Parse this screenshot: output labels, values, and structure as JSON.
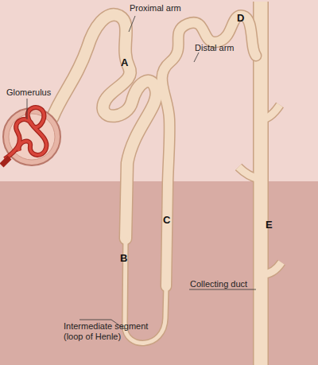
{
  "diagram": {
    "labels": [
      "Proximal arm",
      "Glomerulus",
      "A",
      "Distal arm",
      "D",
      "C",
      "B",
      "E",
      "Collecting duct",
      "Intermediate segment (loop of Henle)"
    ]
  }
}
